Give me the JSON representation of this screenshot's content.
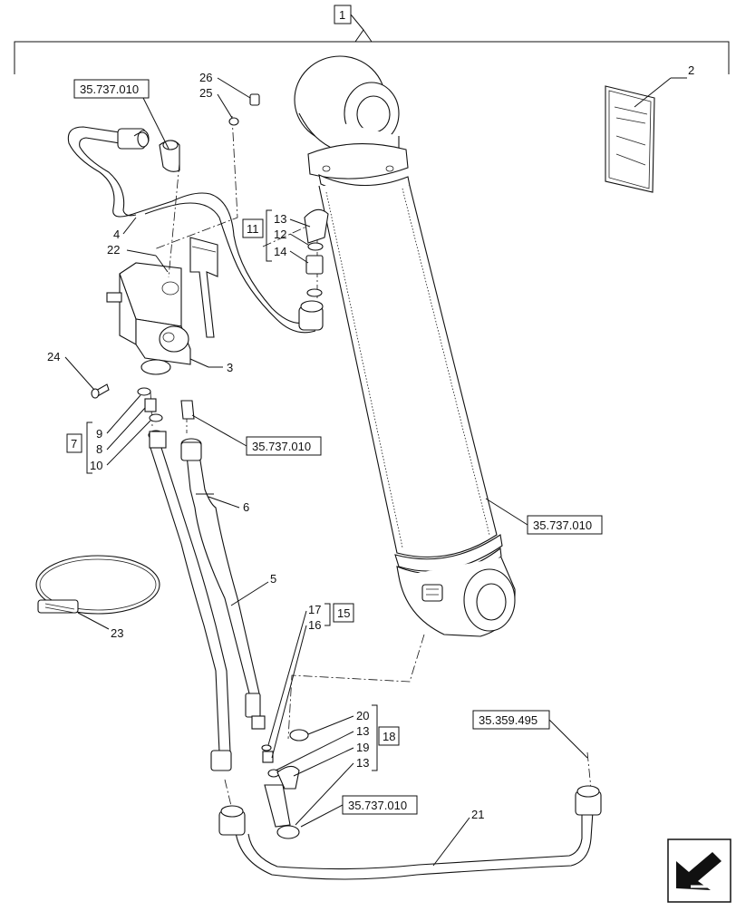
{
  "labels": {
    "main": "1",
    "manual": "2",
    "block": "3",
    "tube_4": "4",
    "hose_5": "5",
    "hose_6": "6",
    "kit_7": "7",
    "p8": "8",
    "p9": "9",
    "p10": "10",
    "kit_11": "11",
    "p12": "12",
    "p13_top": "13",
    "p14": "14",
    "kit_15": "15",
    "p16": "16",
    "p17": "17",
    "kit_18": "18",
    "p19": "19",
    "p20": "20",
    "p13_mid": "13",
    "p13_low": "13",
    "tube_21": "21",
    "p22": "22",
    "clamp_23": "23",
    "bolt_24": "24",
    "p25": "25",
    "p26": "26"
  },
  "references": {
    "ref_top": "35.737.010",
    "ref_mid": "35.737.010",
    "ref_cyl": "35.737.010",
    "ref_bottom": "35.737.010",
    "ref_right": "35.359.495"
  },
  "icons": {
    "navigation": "back-arrow-icon"
  }
}
